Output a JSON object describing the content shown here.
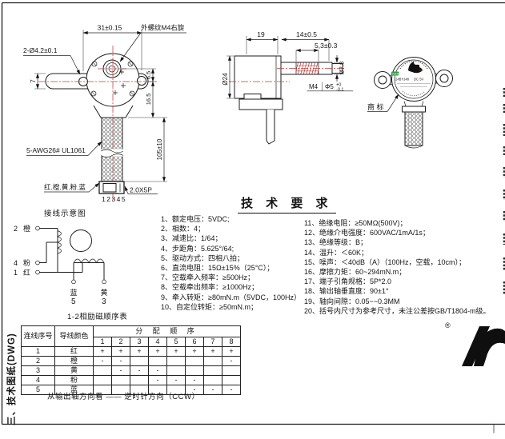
{
  "doc": {
    "section_label": "三、技术图纸(DWG)",
    "registered_mark": "®"
  },
  "front_view": {
    "dim_hole_spacing": "31±0.15",
    "thread_note": "外螺纹M4右旋",
    "holes_note": "2-Ø4.2±0.1",
    "dim_plate_height": "7",
    "dim_shaft_offset": "6.5",
    "dim_body_bottom": "16.5",
    "dim_wire_length": "105±10",
    "wire_spec": "5-AWG26# UL1061",
    "wire_colors_note": "红.橙.黄.粉.蓝",
    "connector_spec": "2.0X5P",
    "pin_numbers": "12345"
  },
  "side_view": {
    "dim_body_depth": "19",
    "dim_shaft_length": "14±0.5",
    "dim_thread_length": "5,3±0.3",
    "dim_body_diameter": "Ø24",
    "dim_shaft_diameter": "Ø7.8",
    "thread_spec": "M4",
    "shaft_tip_spec": "Φ5",
    "shaft_tip_tol_top": "+0",
    "shaft_tip_tol_bottom": "-0.1"
  },
  "rear_view": {
    "trademark_note": "商 标",
    "label_badge": "RoHS",
    "label_model": "24BYJ48",
    "label_voltage": "DC 5V"
  },
  "wiring": {
    "title": "接线示意图",
    "terminal_2_num": "2",
    "terminal_2_color": "橙",
    "terminal_4_num": "4",
    "terminal_4_color": "粉",
    "terminal_1_num": "1",
    "terminal_1_color": "红",
    "terminal_5_num": "5",
    "terminal_5_color": "蓝",
    "terminal_3_num": "3",
    "terminal_3_color": "黄"
  },
  "requirements": {
    "title": "技 术 要 求",
    "left_items": [
      "1、额定电压：5VDC;",
      "2、相数：4；",
      "3、减速比：1/64；",
      "4、步距角：5.625°/64;",
      "5、驱动方式：四相八拍；",
      "6、直流电阻：15Ω±15%（25°C）；",
      "7、空载牵入频率：≥500Hz；",
      "8、空载牵出频率：≥1000Hz；",
      "9、牵入转矩：≥80mN.m（5VDC，100Hz）",
      "10、自定位转矩：≥50mN.m；"
    ],
    "right_items": [
      "11、绝缘电阻：≥50MΩ(500V)；",
      "12、绝缘介电强度：600VAC/1mA/1s；",
      "13、绝缘等级：B；",
      "14、温升：＜60K；",
      "15、噪声：＜40dB（A）（100Hz，空载，10cm）；",
      "16、摩擦力矩：60~294mN.m；",
      "17、端子引角规格：5P*2.0",
      "18、输出轴垂直度：90±1°",
      "19、轴向间隙：0.05~~0.3MM",
      "20、括号内尺寸为参考尺寸，未注公差按GB/T1804-m级。"
    ]
  },
  "sequence_table": {
    "caption": "1-2相励磁顺序表",
    "header_col1": "连线序号",
    "header_col2": "导线颜色",
    "header_span": "分 配 顺 序",
    "step_numbers": [
      "1",
      "2",
      "3",
      "4",
      "5",
      "6",
      "7",
      "8"
    ],
    "rows": [
      {
        "no": "1",
        "color": "红",
        "cells": [
          "+",
          "+",
          "+",
          "+",
          "+",
          "+",
          "+",
          "+"
        ]
      },
      {
        "no": "2",
        "color": "橙",
        "cells": [
          "-",
          "-",
          "",
          "",
          "",
          "",
          "",
          "-"
        ]
      },
      {
        "no": "3",
        "color": "黄",
        "cells": [
          "",
          "-",
          "-",
          "-",
          "",
          "",
          "",
          ""
        ]
      },
      {
        "no": "4",
        "color": "粉",
        "cells": [
          "",
          "",
          "",
          "-",
          "-",
          "-",
          "",
          ""
        ]
      },
      {
        "no": "5",
        "color": "蓝",
        "cells": [
          "",
          "",
          "",
          "",
          "",
          "-",
          "-",
          "-"
        ]
      }
    ],
    "footnote": "从输出轴方向看 —— 逆时针方向（CCW）"
  }
}
